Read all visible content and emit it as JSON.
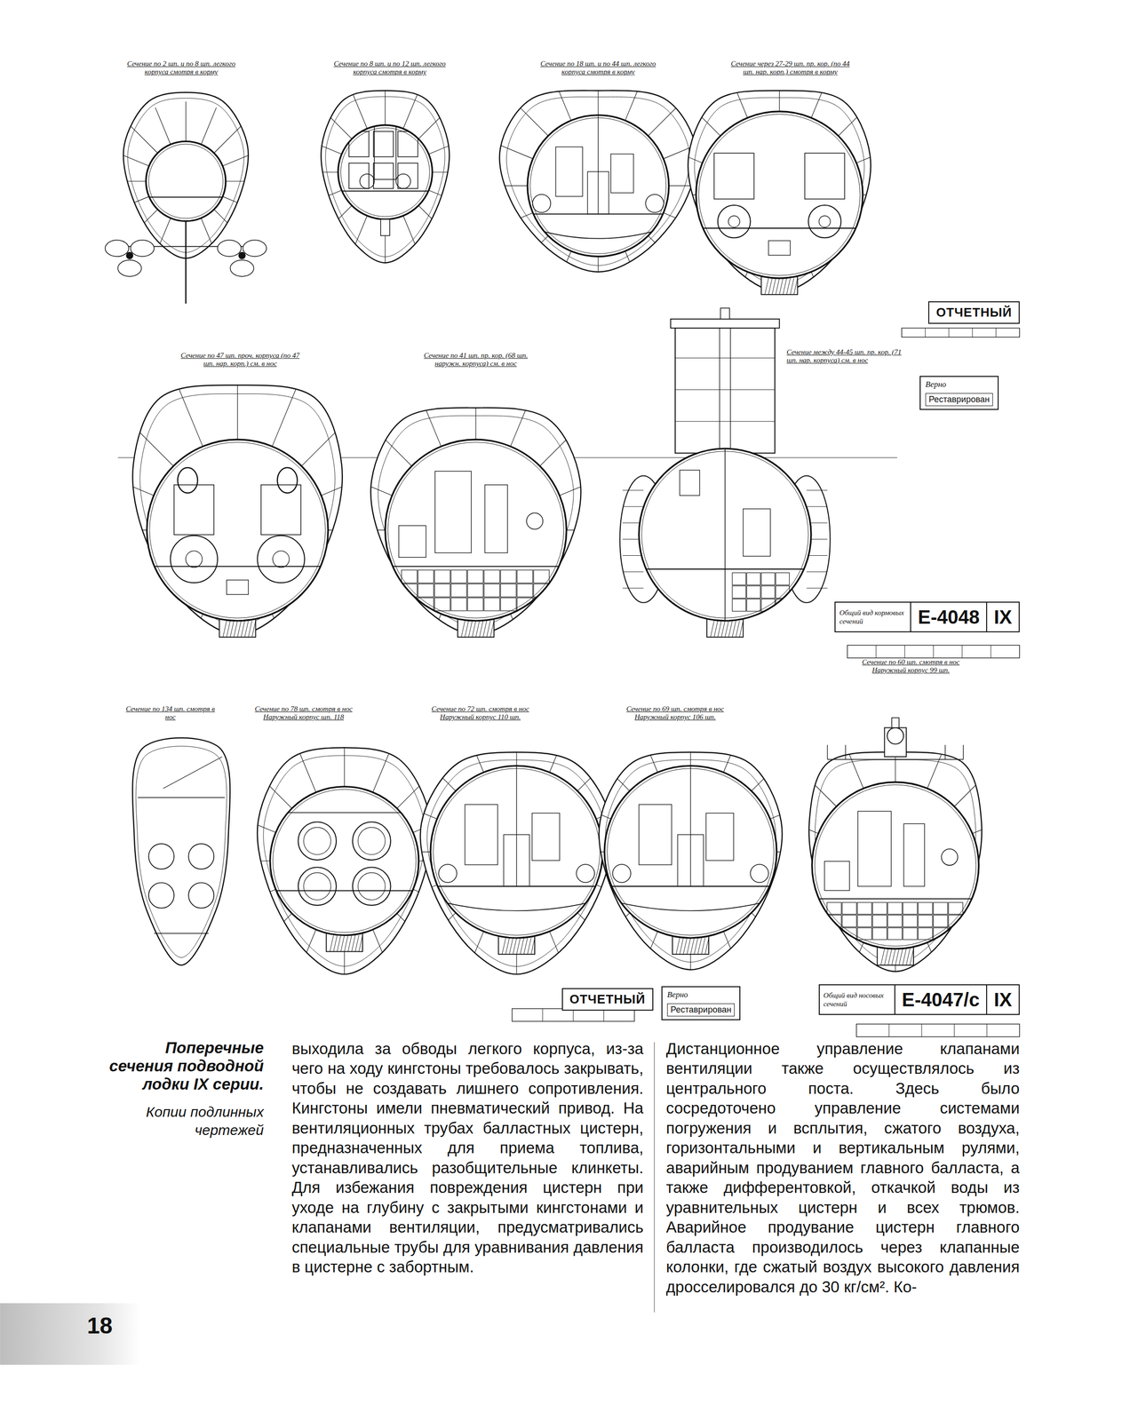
{
  "diagram": {
    "caption": "Поперечные сечения подводной лодки IX серии.",
    "nodes": [
      {
        "text": [
          "ОТЧЕТНЫЙ"
        ]
      },
      {
        "text": [
          "Верно",
          "Реставрирован"
        ]
      },
      {
        "text": [
          "Общий вид кормовых сечений",
          "E-4048",
          "IX"
        ]
      },
      {
        "text": [
          "ОТЧЕТНЫЙ"
        ]
      },
      {
        "text": [
          "Верно",
          "Реставрирован"
        ]
      },
      {
        "text": [
          "Общий вид носовых сечений",
          "E-4047/с",
          "IX"
        ]
      }
    ],
    "labels": [
      "Сечение по 2 шп. и по 8 шп. легкого корпуса смотря в корму",
      "Сечение по 8 шп. и по 12 шп. легкого корпуса смотря в корму",
      "Сечение по 18 шп. и по 44 шп. легкого корпуса смотря в корму",
      "Сечение через 27-29 шп. пр. кор. (по 44 шп. нар. корп.) смотря в корму",
      "Сечение по 47 шп. проч. корпуса (по 47 шп. нар. корп.) см. в нос",
      "Сечение по 41 шп. пр. кор. (68 шп. наружн. корпуса) см. в нос",
      "Сечение между 44-45 шп. пр. кор. (71 шп. нар. корпуса) см. в нос",
      "Сечение по 134 шп. смотря в нос",
      "Сечение по 78 шп. смотря в нос Наружный корпус шп. 118",
      "Сечение по 72 шп. смотря в нос Наружный корпус 110 шп.",
      "Сечение по 69 шп. смотря в нос Наружный корпус 106 шп.",
      "Сечение по 60 шп. смотря в нос Наружный корпус 99 шп.",
      "Копии подлинных чертежей",
      "выходила за обводы легкого корпуса, из-за чего на ходу кингстоны требовалось закрывать, чтобы не создавать лишнего сопротивления. Кингстоны имели пневматический привод. На вентиляционных трубах балластных цистерн, предназначенных для приема топлива, устанавливались разобщительные клинкеты. Для избежания повреждения цистерн при уходе на глубину с закрытыми кингстонами и клапанами вентиляции, предусматривались специальные трубы для уравнивания давления в цистерне с забортным.",
      "Дистанционное управление клапанами вентиляции также осуществлялось из центрального поста. Здесь было сосредоточено управление системами погружения и всплытия, сжатого воздуха, горизонтальными и вертикальным рулями, аварийным продуванием главного балласта, а также дифферентовкой, откачкой воды из уравнительных цистерн и всех трюмов. Аварийное продувание цистерн главного балласта производилось через клапанные колонки, где сжатый воздух высокого давления дросселировался до 30 кг/см². Ко-",
      "18"
    ]
  }
}
